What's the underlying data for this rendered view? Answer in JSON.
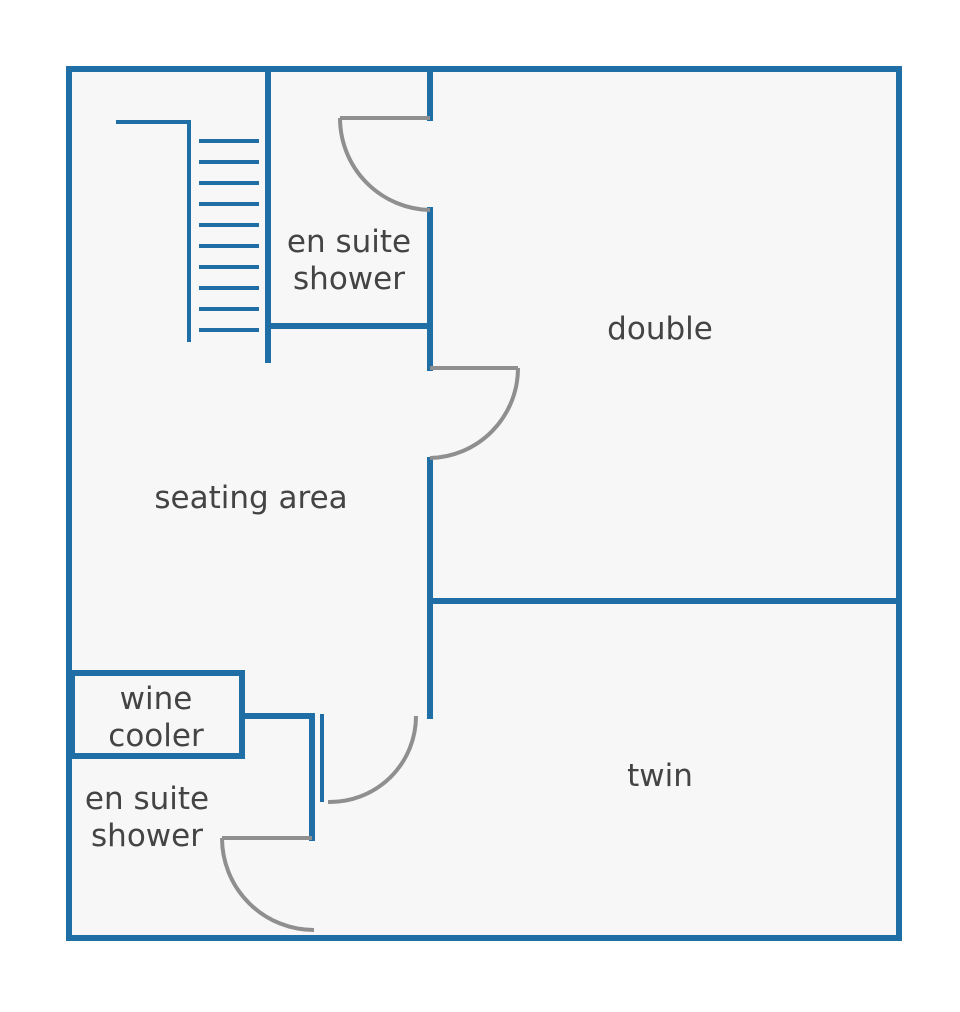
{
  "colors": {
    "wall": "#1f6fa6",
    "door": "#8f8f8f",
    "floor": "#f7f7f7",
    "background": "#ffffff",
    "text": "#444444"
  },
  "rooms": {
    "double": "double",
    "twin": "twin",
    "seating_area": "seating area",
    "wine_cooler": [
      "wine",
      "cooler"
    ],
    "en_suite_top": [
      "en suite",
      "shower"
    ],
    "en_suite_bottom": [
      "en suite",
      "shower"
    ]
  },
  "icons": {
    "staircase": "staircase-icon",
    "door_swing": "door-swing-icon"
  }
}
